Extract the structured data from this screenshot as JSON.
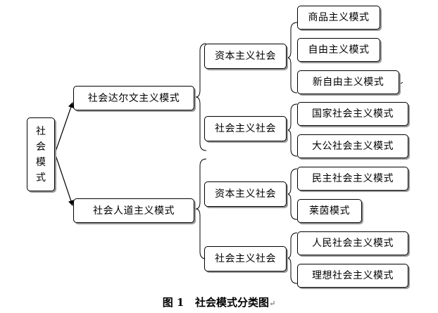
{
  "root": {
    "chars": [
      "社",
      "会",
      "模",
      "式"
    ]
  },
  "level1": [
    {
      "label": "社会达尔文主义模式"
    },
    {
      "label": "社会人道主义模式"
    }
  ],
  "level2": [
    {
      "label": "资本主义社会"
    },
    {
      "label": "社会主义社会"
    },
    {
      "label": "资本主义社会"
    },
    {
      "label": "社会主义社会"
    }
  ],
  "level3": [
    {
      "label": "商品主义模式"
    },
    {
      "label": "自由主义模式"
    },
    {
      "label": "新自由主义模式"
    },
    {
      "label": "国家社会主义模式"
    },
    {
      "label": "大公社会主义模式"
    },
    {
      "label": "民主社会主义模式"
    },
    {
      "label": "莱茵模式"
    },
    {
      "label": "人民社会主义模式"
    },
    {
      "label": "理想社会主义模式"
    }
  ],
  "caption": {
    "figure_number": "图 1",
    "title": "社会模式分类图",
    "return_mark": "↵"
  },
  "colors": {
    "line": "#000000",
    "shadow": "#9a9a9a",
    "background": "#ffffff"
  }
}
